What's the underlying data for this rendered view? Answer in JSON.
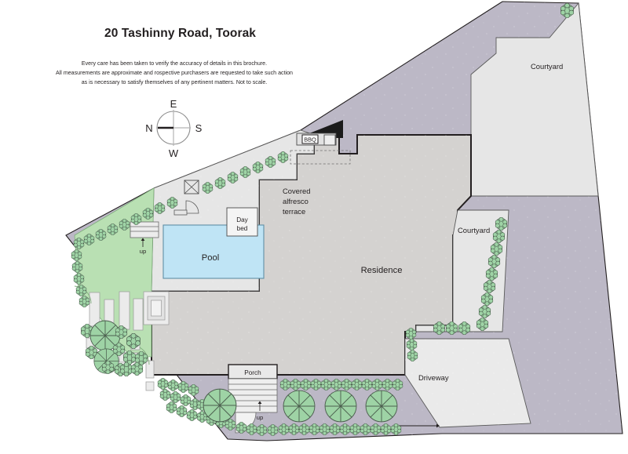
{
  "document": {
    "title": "20 Tashinny Road, Toorak",
    "disclaimer_lines": [
      "Every care has been taken to verify the accuracy of details in this brochure.",
      "All measurements are approximate and rospective purchasers are requested to take such action",
      "as is necessary to satisfy themselves of any pertinent matters. Not to scale."
    ]
  },
  "compass": {
    "top": "E",
    "left": "N",
    "right": "S",
    "bottom": "W"
  },
  "labels": {
    "residence": "Residence",
    "pool": "Pool",
    "day_bed": "Day\nbed",
    "day_bed_line1": "Day",
    "day_bed_line2": "bed",
    "covered_alfresco_line1": "Covered",
    "covered_alfresco_line2": "alfresco",
    "covered_alfresco_line3": "terrace",
    "bbq": "BBQ",
    "courtyard_top": "Courtyard",
    "courtyard_right": "Courtyard",
    "driveway": "Driveway",
    "porch": "Porch",
    "up_pool_steps": "up",
    "up_porch_steps": "up"
  },
  "colors": {
    "residence_fill": "#d4d2d0",
    "terrace_fill": "#e6e6e6",
    "courtyard_fill": "#e6e6e6",
    "driveway_fill": "#eaeaea",
    "pool_fill": "#bfe4f5",
    "lawn_fill": "#b9e0b3",
    "paving_fill": "#bcb8c6",
    "tree_fill": "#9ed3a5",
    "roof_dark": "#1b1b1b",
    "outline": "#231f20",
    "page_background": "#ffffff"
  }
}
